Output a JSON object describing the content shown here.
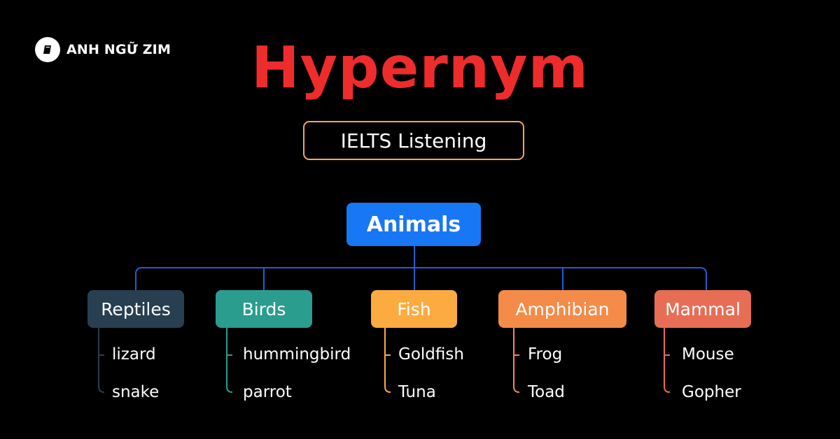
{
  "brand": {
    "name": "ANH NGỮ ZIM"
  },
  "title": "Hypernym",
  "subtitle": "IELTS Listening",
  "colors": {
    "background": "#000000",
    "title": "#ee2c2c",
    "subtitle_border": "#f3a951",
    "root": "#1877f5",
    "root_connector": "#1d5fd8"
  },
  "diagram": {
    "root": {
      "label": "Animals"
    },
    "categories": [
      {
        "label": "Reptiles",
        "color": "#273f50",
        "items": [
          "lizard",
          "snake"
        ]
      },
      {
        "label": "Birds",
        "color": "#2a9d8f",
        "items": [
          "hummingbird",
          "parrot"
        ]
      },
      {
        "label": "Fish",
        "color": "#fbab3f",
        "items": [
          "Goldfish",
          "Tuna"
        ]
      },
      {
        "label": "Amphibian",
        "color": "#f48b48",
        "items": [
          "Frog",
          "Toad"
        ]
      },
      {
        "label": "Mammal",
        "color": "#e86d55",
        "items": [
          "Mouse",
          "Gopher"
        ]
      }
    ]
  }
}
